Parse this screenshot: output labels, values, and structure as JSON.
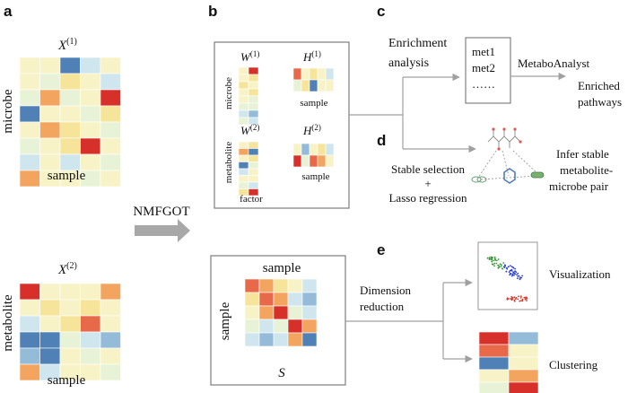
{
  "panels": {
    "a": "a",
    "b": "b",
    "c": "c",
    "d": "d",
    "e": "e"
  },
  "colors": {
    "dark_red": "#d7302a",
    "red": "#e8694a",
    "orange": "#f3a45f",
    "yellow": "#f6e49a",
    "light_yellow": "#f8f3c6",
    "pale_green": "#e8f2d6",
    "light_blue": "#cfe6ee",
    "mid_blue": "#94bcd8",
    "blue": "#4f80b6",
    "arrow_gray": "#a0a0a0",
    "frame_gray": "#7d7d7d"
  },
  "panel_a": {
    "x1_title": "X",
    "x1_sup": "(1)",
    "x1_row_label": "microbe",
    "x1_col_label": "sample",
    "x2_title": "X",
    "x2_sup": "(2)",
    "x2_row_label": "metabolite",
    "x2_col_label": "sample"
  },
  "method": {
    "label": "NMFGOT"
  },
  "panel_b": {
    "w1": "W",
    "w1_sup": "(1)",
    "h1": "H",
    "h1_sup": "(1)",
    "w2": "W",
    "w2_sup": "(2)",
    "h2": "H",
    "h2_sup": "(2)",
    "microbe": "microbe",
    "metabolite": "metabolite",
    "factor": "factor",
    "sample1": "sample",
    "sample2": "sample"
  },
  "panel_s": {
    "top_label": "sample",
    "left_label": "sample",
    "bottom_label": "S"
  },
  "panel_c": {
    "enrichment_line1": "Enrichment",
    "enrichment_line2": "analysis",
    "list_item1": "met1",
    "list_item2": "met2",
    "list_item3": "……",
    "tool": "MetaboAnalyst",
    "result_line1": "Enriched",
    "result_line2": "pathways"
  },
  "panel_d": {
    "stable_line1": "Stable selection",
    "stable_line2": "+",
    "stable_line3": "Lasso regression",
    "infer_line1": "Infer stable",
    "infer_line2": "metabolite-",
    "infer_line3": "microbe pair"
  },
  "panel_e": {
    "dim_line1": "Dimension",
    "dim_line2": "reduction",
    "visualization": "Visualization",
    "clustering": "Clustering"
  }
}
